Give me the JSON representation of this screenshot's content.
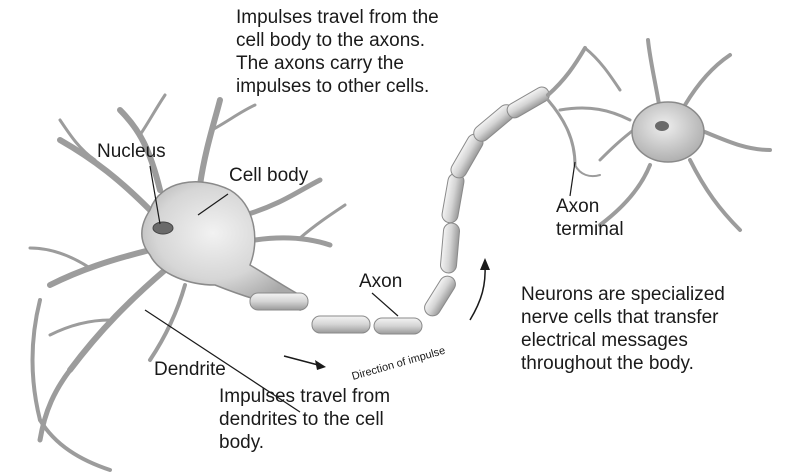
{
  "labels": {
    "nucleus": "Nucleus",
    "cell_body": "Cell body",
    "axon": "Axon",
    "axon_terminal": "Axon\nterminal",
    "dendrite": "Dendrite",
    "direction": "Direction of impulse"
  },
  "notes": {
    "top": "Impulses travel from the\ncell body to the axons.\nThe axons carry the\nimpulses to other cells.",
    "right": "Neurons are specialized\nnerve cells that transfer\nelectrical messages\nthroughout the body.",
    "bottom": "Impulses travel from\ndendrites to the cell\nbody."
  }
}
